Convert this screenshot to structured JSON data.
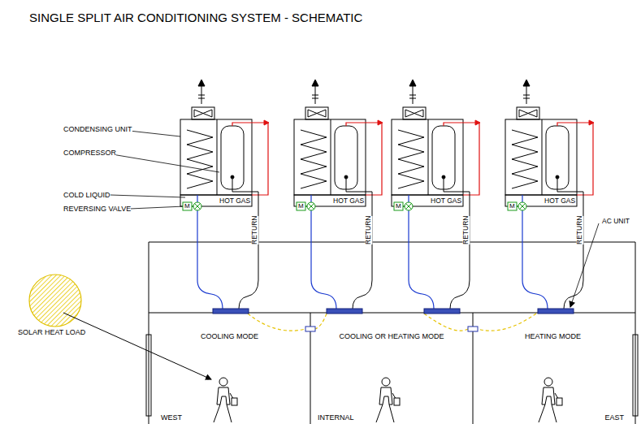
{
  "diagram": {
    "title": "SINGLE SPLIT AIR CONDITIONING SYSTEM - SCHEMATIC",
    "nodes": [
      {
        "text": [
          "COOLING MODE",
          "WEST"
        ]
      },
      {
        "text": [
          "COOLING OR HEATING MODE",
          "INTERNAL"
        ]
      },
      {
        "text": [
          "HEATING MODE",
          "EAST"
        ]
      }
    ],
    "labels": [
      "CONDENSING UNIT",
      "COMPRESSOR",
      "COLD LIQUID",
      "REVERSING VALVE",
      "M",
      "HOT GAS",
      "RETURN",
      "M",
      "HOT GAS",
      "RETURN",
      "M",
      "HOT GAS",
      "RETURN",
      "M",
      "HOT GAS",
      "RETURN",
      "AC UNIT",
      "SOLAR HEAT LOAD"
    ]
  }
}
